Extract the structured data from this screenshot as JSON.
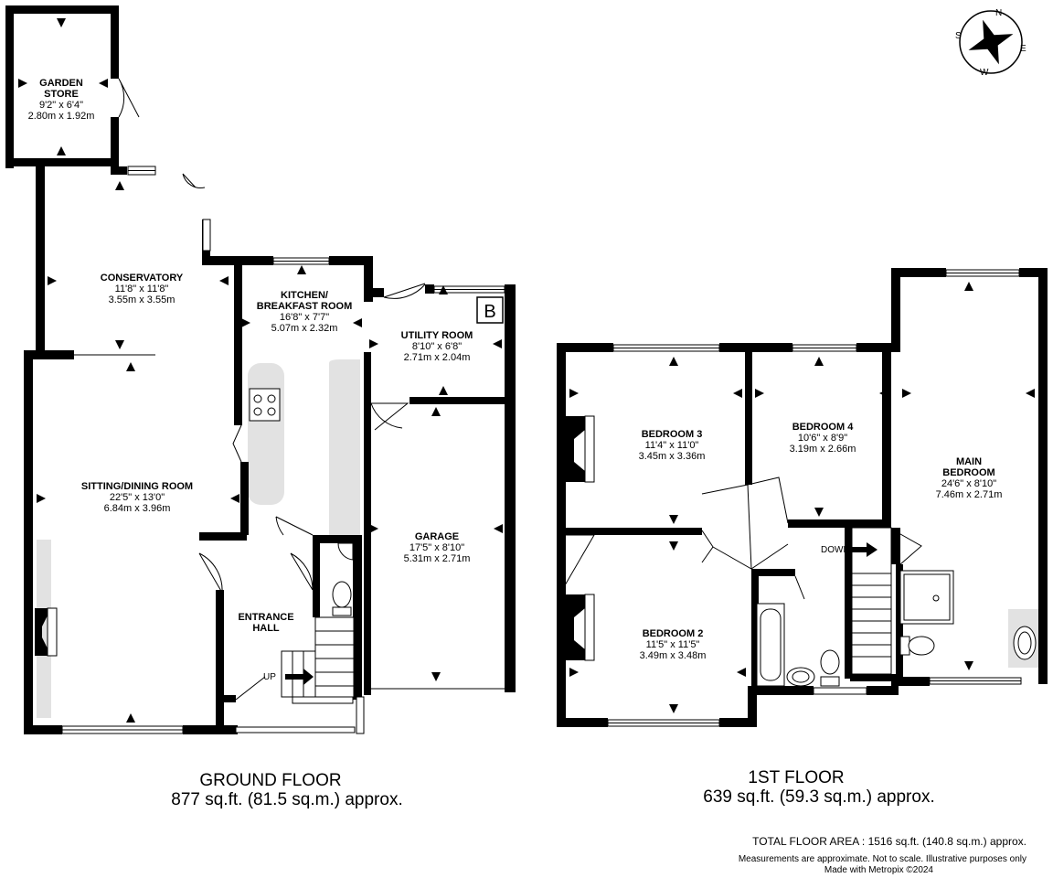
{
  "compass": {
    "letters": [
      "N",
      "E",
      "S",
      "W"
    ],
    "icon": "compass-rose-icon"
  },
  "ground_floor": {
    "title": "GROUND FLOOR",
    "area": "877 sq.ft. (81.5 sq.m.) approx.",
    "rooms": {
      "garden_store": {
        "name_line1": "GARDEN",
        "name_line2": "STORE",
        "imperial": "9'2\" x 6'4\"",
        "metric": "2.80m x 1.92m"
      },
      "conservatory": {
        "name": "CONSERVATORY",
        "imperial": "11'8\" x 11'8\"",
        "metric": "3.55m x 3.55m"
      },
      "kitchen": {
        "name_line1": "KITCHEN/",
        "name_line2": "BREAKFAST ROOM",
        "imperial": "16'8\" x 7'7\"",
        "metric": "5.07m x 2.32m"
      },
      "utility": {
        "name": "UTILITY ROOM",
        "imperial": "8'10\" x 6'8\"",
        "metric": "2.71m x 2.04m"
      },
      "sitting": {
        "name": "SITTING/DINING ROOM",
        "imperial": "22'5\" x 13'0\"",
        "metric": "6.84m x 3.96m"
      },
      "garage": {
        "name": "GARAGE",
        "imperial": "17'5\" x 8'10\"",
        "metric": "5.31m x 2.71m"
      },
      "entrance": {
        "name_line1": "ENTRANCE",
        "name_line2": "HALL"
      }
    },
    "boiler_label": "B",
    "stairs_label": "UP"
  },
  "first_floor": {
    "title": "1ST FLOOR",
    "area": "639 sq.ft. (59.3 sq.m.) approx.",
    "rooms": {
      "bedroom3": {
        "name": "BEDROOM 3",
        "imperial": "11'4\" x 11'0\"",
        "metric": "3.45m x 3.36m"
      },
      "bedroom4": {
        "name": "BEDROOM 4",
        "imperial": "10'6\" x 8'9\"",
        "metric": "3.19m x 2.66m"
      },
      "main": {
        "name_line1": "MAIN",
        "name_line2": "BEDROOM",
        "imperial": "24'6\" x 8'10\"",
        "metric": "7.46m x 2.71m"
      },
      "bedroom2": {
        "name": "BEDROOM 2",
        "imperial": "11'5\" x 11'5\"",
        "metric": "3.49m x 3.48m"
      }
    },
    "stairs_label": "DOWN"
  },
  "footer": {
    "total": "TOTAL FLOOR AREA : 1516 sq.ft. (140.8 sq.m.) approx.",
    "note": "Measurements are approximate.  Not to scale.  Illustrative purposes only",
    "credit": "Made with Metropix ©2024"
  }
}
